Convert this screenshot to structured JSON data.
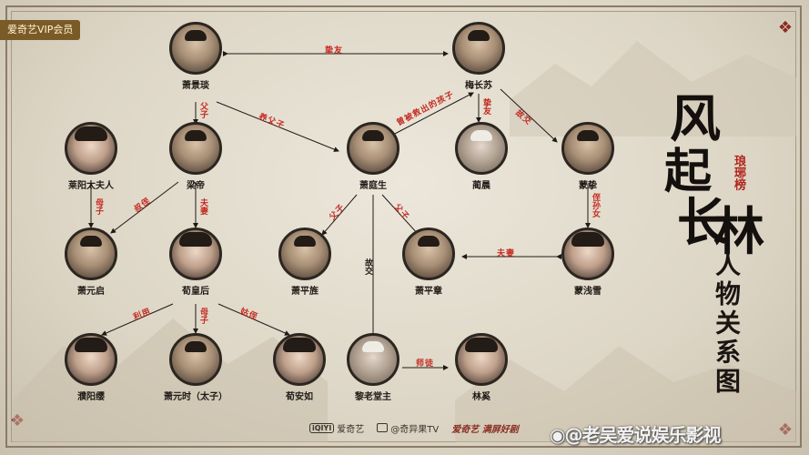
{
  "badge": "爱奇艺VIP会员",
  "title": {
    "main_chars": [
      "风",
      "起",
      "长",
      "林"
    ],
    "seal": "琅琊榜",
    "subtitle": "人物关系图"
  },
  "characters": {
    "xiao_jingyan": "萧景琰",
    "mei_changsu": "梅长苏",
    "laiyang": "莱阳太夫人",
    "liang_di": "梁帝",
    "xiao_tingsheng": "萧庭生",
    "lin_chen": "蔺晨",
    "meng_zhi": "蒙挚",
    "xiao_yuanqi": "萧元启",
    "xun_huanghou": "荀皇后",
    "xiao_pingjing": "萧平旌",
    "xiao_pingzhang": "萧平章",
    "meng_qianxue": "蒙浅雪",
    "puyang_ying": "濮阳缨",
    "xiao_yuanshi": "萧元时（太子）",
    "xun_anru": "荀安如",
    "li_laotangzhu": "黎老堂主",
    "lin_xi": "林奚"
  },
  "relations": {
    "zhiyou": "挚友",
    "fuzi_1": "父子",
    "yifuzi": "养父子",
    "ceng_bei_jiu": "曾被救出的孩子",
    "zhiyou_2": "挚友",
    "gujiao_1": "故交",
    "muzi_1": "母子",
    "shuzhi": "叔侄",
    "fuqi_1": "夫妻",
    "fuzi_2": "父子",
    "fuzi_3": "父子",
    "gujiao_2": "故交",
    "zhisunnv": "侄孙女",
    "fuqi_2": "夫妻",
    "liyong": "利用",
    "muzi_2": "母子",
    "guzhi": "姑侄",
    "shitu": "师徒"
  },
  "footer": {
    "iqiyi": "爱奇艺",
    "iq_mark": "iQIYI",
    "aiyiji": "@奇异果TV",
    "third": "爱奇艺 满屏好剧"
  },
  "watermark": "@老吴爱说娱乐影视"
}
